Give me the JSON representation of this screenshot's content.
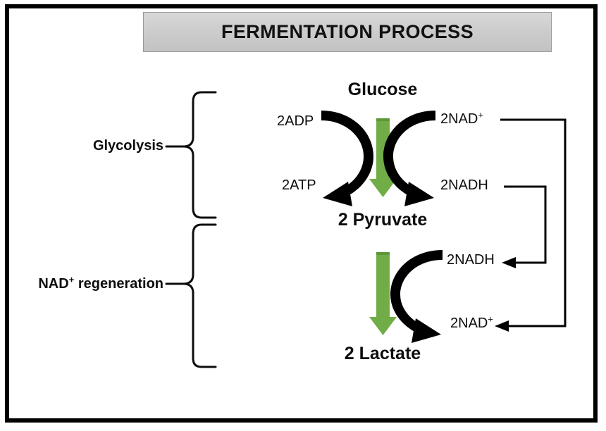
{
  "title": {
    "text": "FERMENTATION PROCESS",
    "banner_fill_top": "#d8d8d8",
    "banner_fill_bottom": "#c2c2c2",
    "banner_border": "#9a9a9a"
  },
  "frame": {
    "border_color": "#000000"
  },
  "colors": {
    "arrow_green": "#70ad47",
    "arrow_green_dark": "#5e9639",
    "stroke_black": "#000000",
    "text_black": "#0d0d0d"
  },
  "groups": [
    {
      "label_prefix": "Glycolysis",
      "label_sup": "",
      "brace": "glycolysis-brace"
    },
    {
      "label_prefix": "NAD",
      "label_sup": "+",
      "label_suffix": " regeneration",
      "brace": "nad-regeneration-brace"
    }
  ],
  "group_labels": {
    "glycolysis": "Glycolysis",
    "nad_regeneration_prefix": "NAD",
    "nad_regeneration_sup": "+",
    "nad_regeneration_suffix": " regeneration"
  },
  "pathway": {
    "nodes": [
      {
        "name": "glucose",
        "label": "Glucose"
      },
      {
        "name": "pyruvate",
        "label": "2 Pyruvate"
      },
      {
        "name": "lactate",
        "label": "2 Lactate"
      }
    ]
  },
  "cofactors": {
    "adp": "2ADP",
    "atp": "2ATP",
    "nad_plus_top_prefix": "2NAD",
    "nad_plus_top_sup": "+",
    "nadh_top": "2NADH",
    "nadh_lower": "2NADH",
    "nad_plus_bottom_prefix": "2NAD",
    "nad_plus_bottom_sup": "+"
  },
  "reactions": [
    {
      "name": "glycolysis-atp-arrow",
      "from": "2ADP",
      "to": "2ATP"
    },
    {
      "name": "glycolysis-nadh-arrow",
      "from": "2NAD+",
      "to": "2NADH"
    },
    {
      "name": "fermentation-nad-arrow",
      "from": "2NADH",
      "to": "2NAD+"
    }
  ],
  "recycle_connectors": [
    {
      "name": "nad-plus-recycle-connector",
      "from": "2NAD+ (bottom)",
      "to": "2NAD+ (top)"
    },
    {
      "name": "nadh-recycle-connector",
      "from": "2NADH (top)",
      "to": "2NADH (lower)"
    }
  ]
}
